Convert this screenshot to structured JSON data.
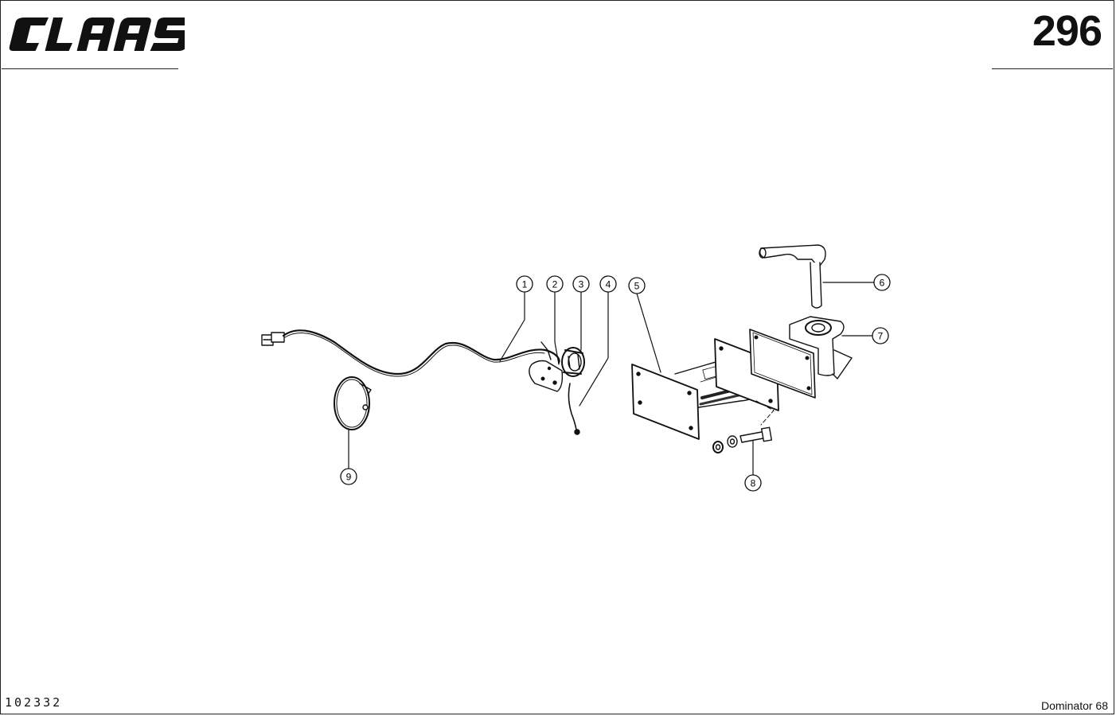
{
  "header": {
    "brand": "CLAAS",
    "page_number": "296"
  },
  "footer": {
    "doc_number": "102332",
    "model": "Dominator 68"
  },
  "callouts": [
    {
      "label": "1"
    },
    {
      "label": "2"
    },
    {
      "label": "3"
    },
    {
      "label": "4"
    },
    {
      "label": "5"
    },
    {
      "label": "6"
    },
    {
      "label": "7"
    },
    {
      "label": "8"
    },
    {
      "label": "9"
    }
  ]
}
